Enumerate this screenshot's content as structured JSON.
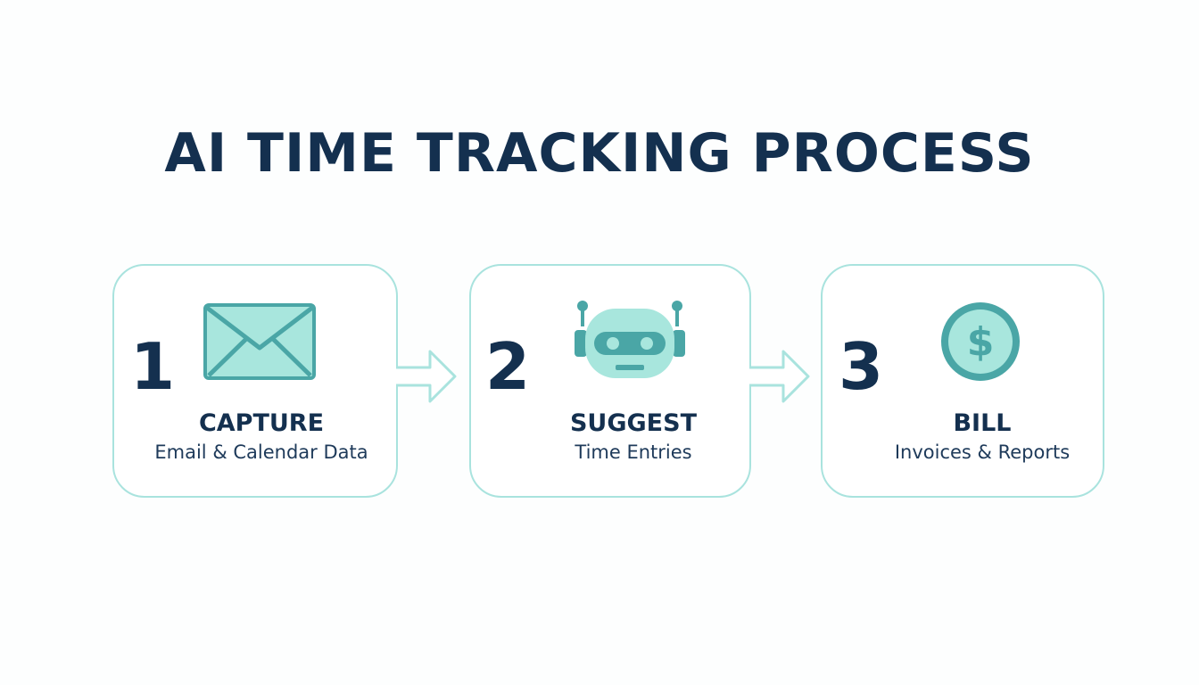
{
  "title": "AI TIME TRACKING PROCESS",
  "steps": [
    {
      "number": "1",
      "label": "CAPTURE",
      "sublabel": "Email & Calendar Data",
      "icon": "envelope-icon"
    },
    {
      "number": "2",
      "label": "SUGGEST",
      "sublabel": "Time Entries",
      "icon": "robot-icon"
    },
    {
      "number": "3",
      "label": "BILL",
      "sublabel": "Invoices & Reports",
      "icon": "dollar-coin-icon"
    }
  ],
  "colors": {
    "navy": "#14304f",
    "teal_light": "#a9e3de",
    "teal_dark": "#4aa6a6",
    "mint_fill": "#a8e6dd"
  }
}
